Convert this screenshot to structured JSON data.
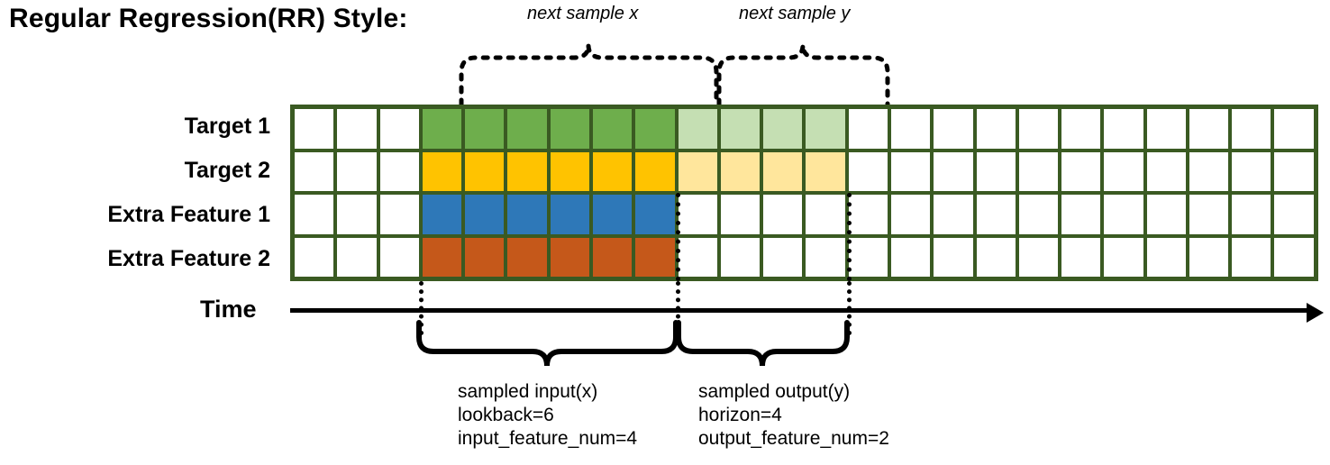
{
  "title": "Regular Regression(RR) Style:",
  "top_annotations": [
    {
      "label": "next sample x"
    },
    {
      "label": "next sample y"
    }
  ],
  "rows": [
    {
      "label": "Target 1",
      "fill": "#6eae4c",
      "light": "#c5dfb3"
    },
    {
      "label": "Target 2",
      "fill": "#ffc300",
      "light": "#ffe69c"
    },
    {
      "label": "Extra Feature 1",
      "fill": "#2e78b8",
      "light": null
    },
    {
      "label": "Extra Feature 2",
      "fill": "#c5581a",
      "light": null
    }
  ],
  "grid": {
    "total_columns": 24,
    "leading_blank_columns": 3,
    "input_columns": 6,
    "output_columns": 4,
    "trailing_blank_columns": 11,
    "border_color": "#3a5a22",
    "blank_color": "#ffffff"
  },
  "axis": {
    "label": "Time"
  },
  "bottom_annotations": [
    {
      "lines": [
        "sampled input(x)",
        "lookback=6",
        "input_feature_num=4"
      ]
    },
    {
      "lines": [
        "sampled output(y)",
        "horizon=4",
        "output_feature_num=2"
      ]
    }
  ]
}
